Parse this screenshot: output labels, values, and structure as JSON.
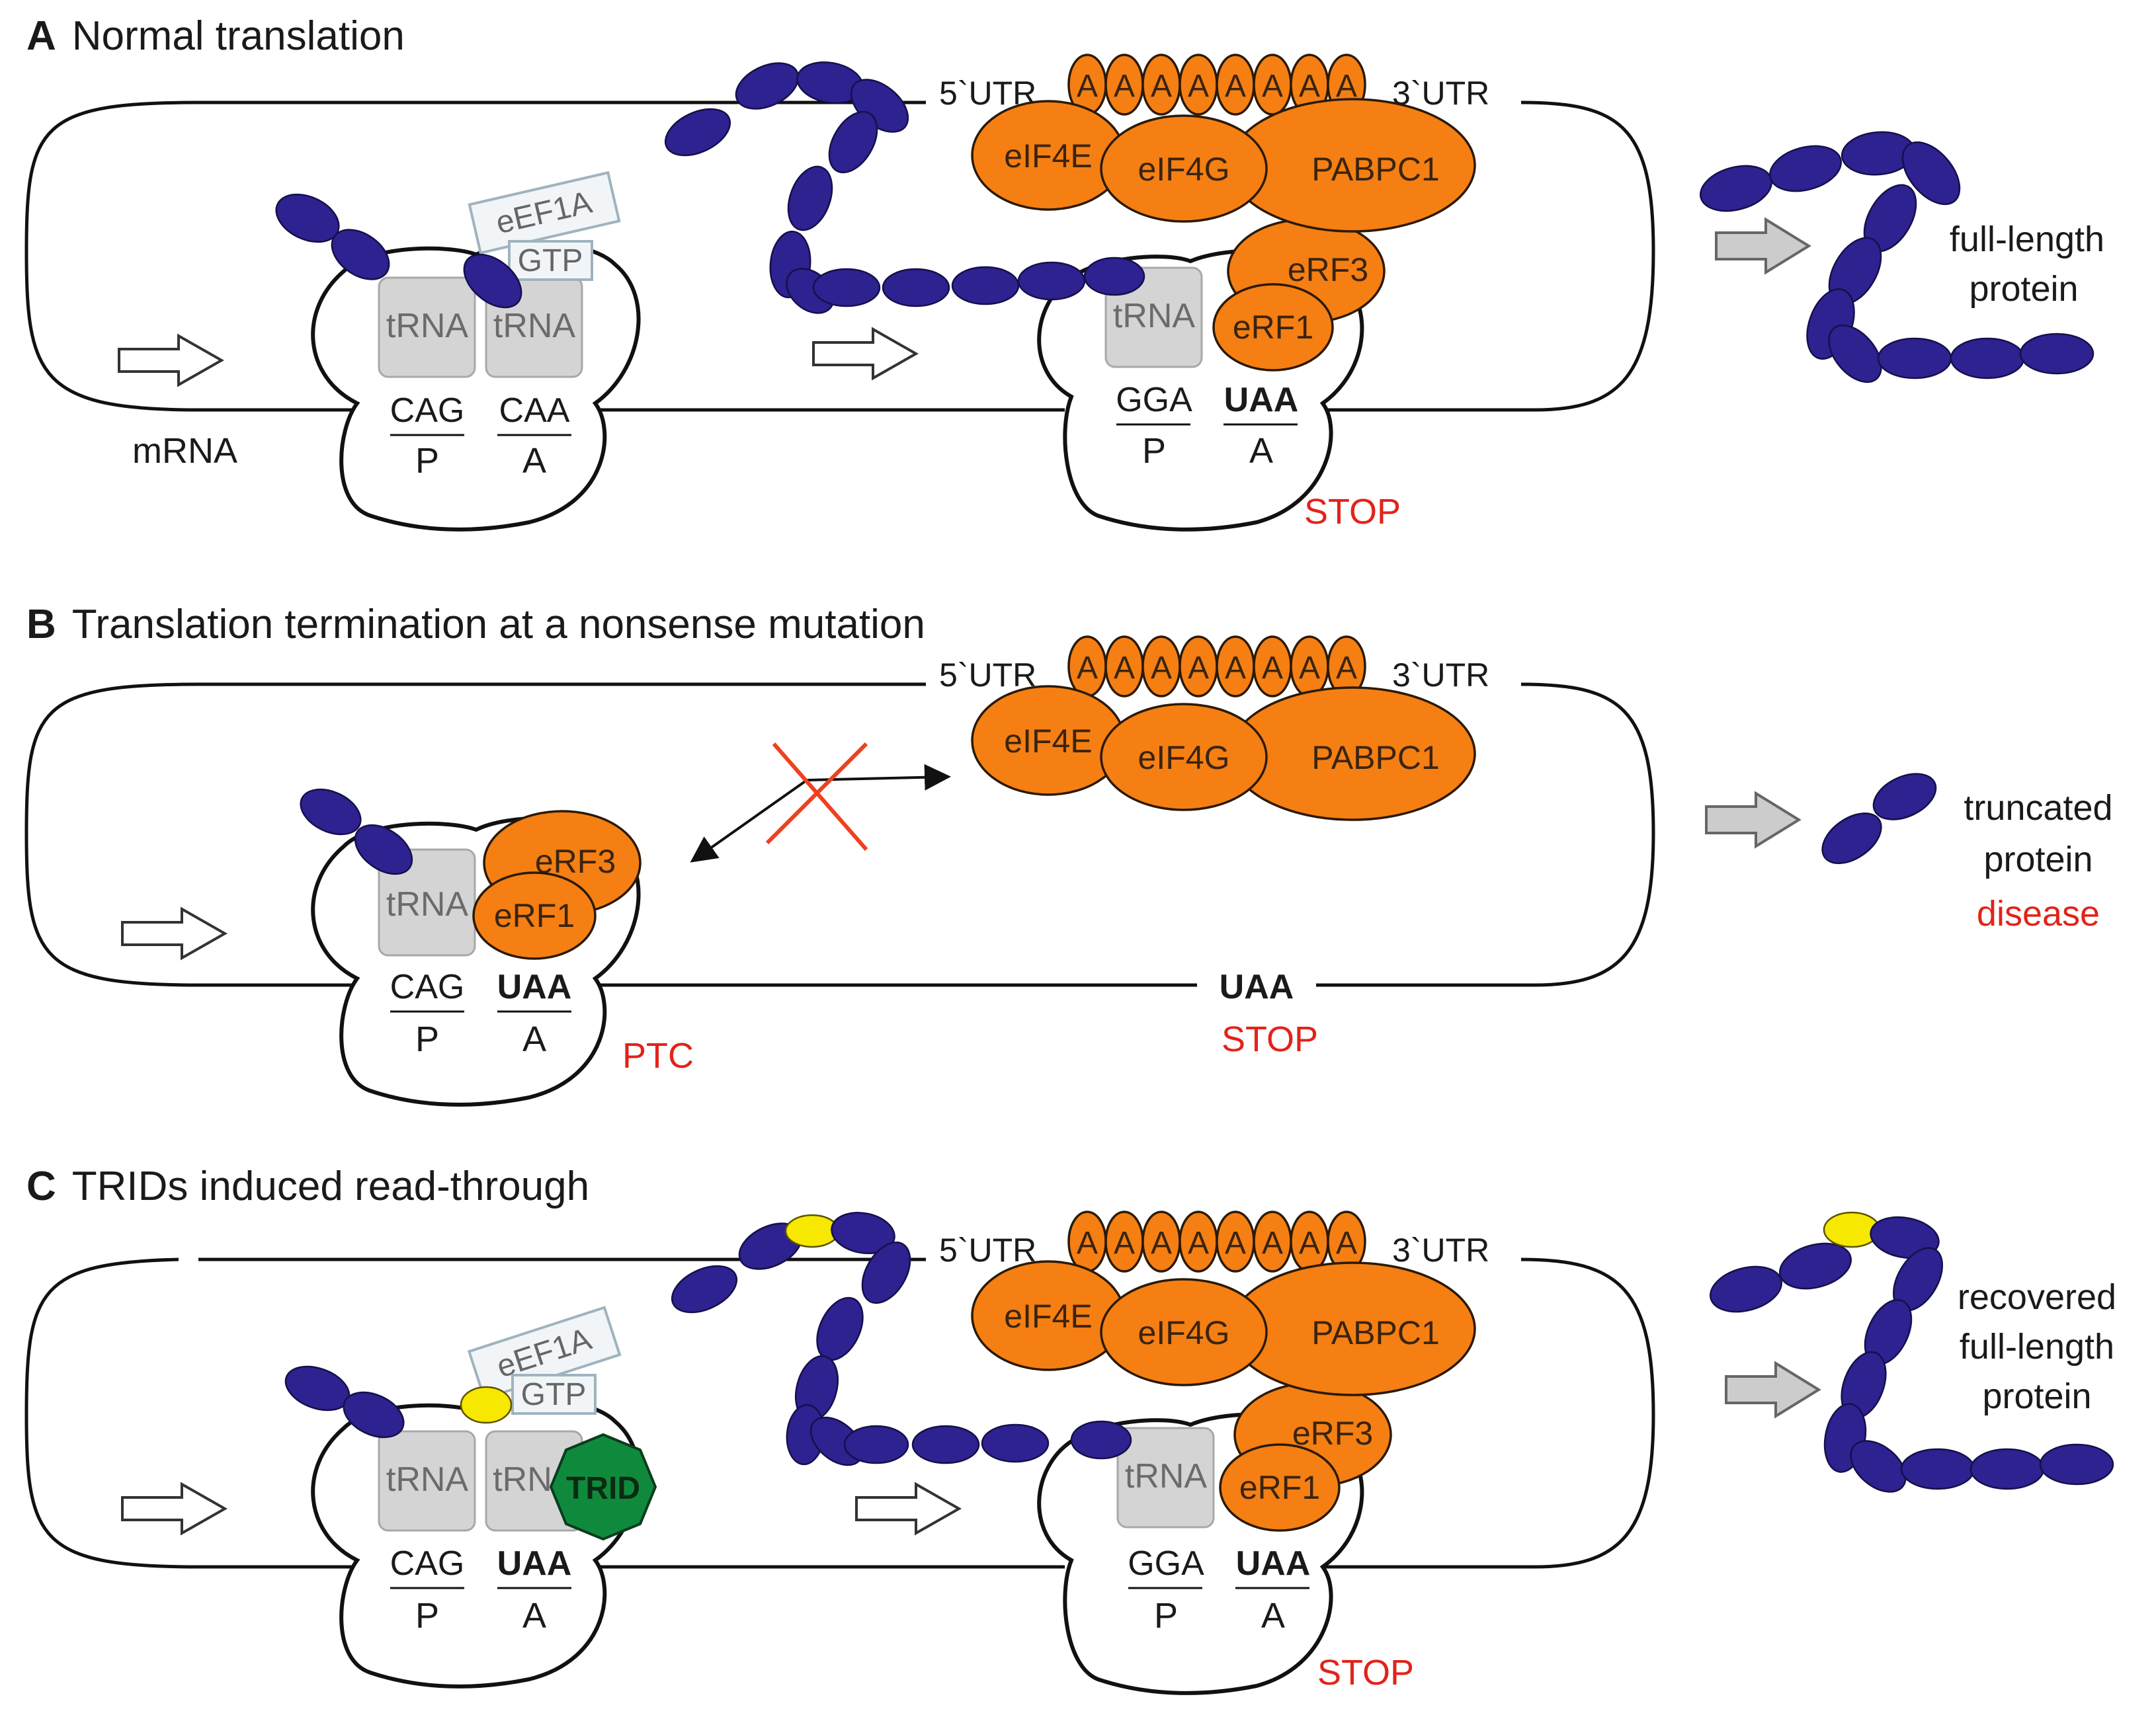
{
  "colors": {
    "factor_fill": "#f57f12",
    "protein_bead": "#2e2190",
    "inserted_amino_acid": "#f6e800",
    "trid_fill": "#0f8a3c",
    "stop_text": "#e2231a"
  },
  "panel_a": {
    "letter": "A",
    "title": "Normal translation",
    "mrna_label": "mRNA",
    "ribosome1": {
      "p_trna": "tRNA",
      "a_trna": "tRNA",
      "p_codon": "CAG",
      "a_codon": "CAA",
      "p_site": "P",
      "a_site": "A"
    },
    "elongation_factor": "eEF1A",
    "gtp": "GTP",
    "ribosome2": {
      "p_trna": "tRNA",
      "p_codon": "GGA",
      "a_codon": "UAA",
      "p_site": "P",
      "a_site": "A",
      "stop": "STOP"
    },
    "release_factors": [
      "eRF3",
      "eRF1"
    ],
    "utr5": "5`UTR",
    "utr3": "3`UTR",
    "poly_a": [
      "A",
      "A",
      "A",
      "A",
      "A",
      "A",
      "A",
      "A"
    ],
    "initiation_factors": [
      "eIF4E",
      "eIF4G",
      "PABPC1"
    ],
    "result": [
      "full-length",
      "protein"
    ]
  },
  "panel_b": {
    "letter": "B",
    "title": "Translation termination at a nonsense mutation",
    "ribosome": {
      "p_trna": "tRNA",
      "p_codon": "CAG",
      "a_codon": "UAA",
      "p_site": "P",
      "a_site": "A",
      "ptc": "PTC"
    },
    "release_factors": [
      "eRF3",
      "eRF1"
    ],
    "normal_stop_codon": "UAA",
    "normal_stop": "STOP",
    "utr5": "5`UTR",
    "utr3": "3`UTR",
    "poly_a": [
      "A",
      "A",
      "A",
      "A",
      "A",
      "A",
      "A",
      "A"
    ],
    "initiation_factors": [
      "eIF4E",
      "eIF4G",
      "PABPC1"
    ],
    "result": [
      "truncated",
      "protein",
      "disease"
    ]
  },
  "panel_c": {
    "letter": "C",
    "title": "TRIDs induced read-through",
    "ribosome1": {
      "p_trna": "tRNA",
      "a_trna": "tRN",
      "p_codon": "CAG",
      "a_codon": "UAA",
      "p_site": "P",
      "a_site": "A"
    },
    "elongation_factor": "eEF1A",
    "gtp": "GTP",
    "trid": "TRID",
    "ribosome2": {
      "p_trna": "tRNA",
      "p_codon": "GGA",
      "a_codon": "UAA",
      "p_site": "P",
      "a_site": "A",
      "stop": "STOP"
    },
    "release_factors": [
      "eRF3",
      "eRF1"
    ],
    "utr5": "5`UTR",
    "utr3": "3`UTR",
    "poly_a": [
      "A",
      "A",
      "A",
      "A",
      "A",
      "A",
      "A",
      "A"
    ],
    "initiation_factors": [
      "eIF4E",
      "eIF4G",
      "PABPC1"
    ],
    "result": [
      "recovered",
      "full-length",
      "protein"
    ]
  }
}
